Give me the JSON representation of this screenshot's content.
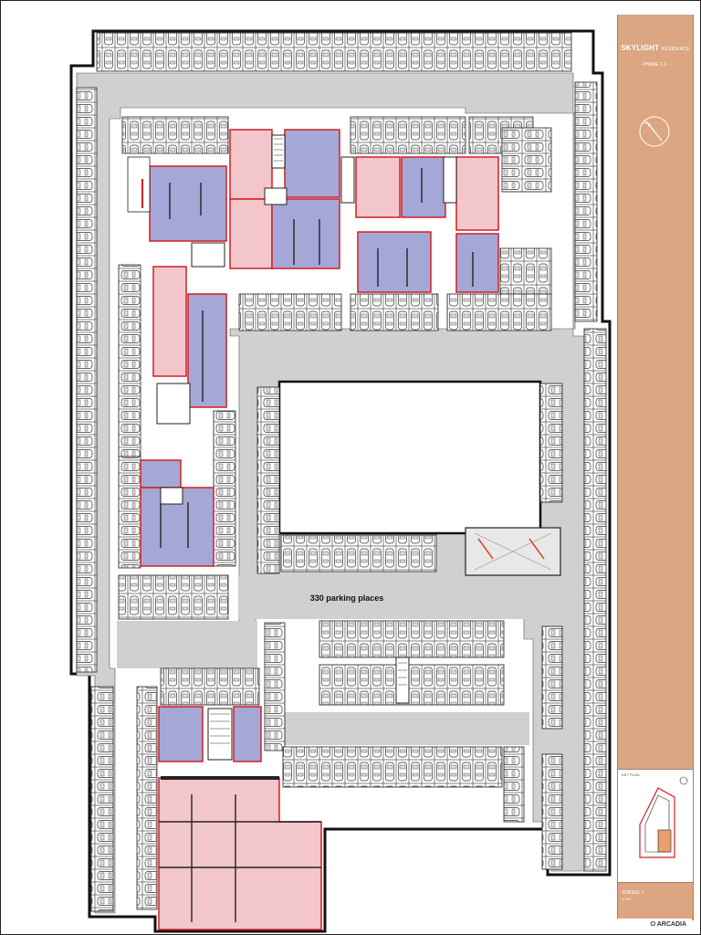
{
  "title_block": {
    "project_main": "SKYLIGHT",
    "project_sub": "RESIDENCE",
    "phase": "- PHASE 1.2. -",
    "keyplan_title": "KEY PLAN",
    "keyplan_caption": "",
    "sheet_name": "SOBSOL 1",
    "sheet_scale": "1:200",
    "sheet_note_right": "",
    "sheet_note_small": "",
    "logo_text": "⭘ ARCADIA"
  },
  "plan": {
    "parking_label": "330 parking places"
  },
  "colors": {
    "ramp": "#d0d0d0",
    "wall": "#222222",
    "apartment_blue": "#a5a8d6",
    "apartment_pink": "#f3c6cc",
    "apartment_outline": "#d21f26",
    "title_panel": "#dca682"
  },
  "icons": {
    "compass": "north-arrow-icon",
    "car": "car-icon",
    "logo": "arcadia-logo-icon"
  }
}
